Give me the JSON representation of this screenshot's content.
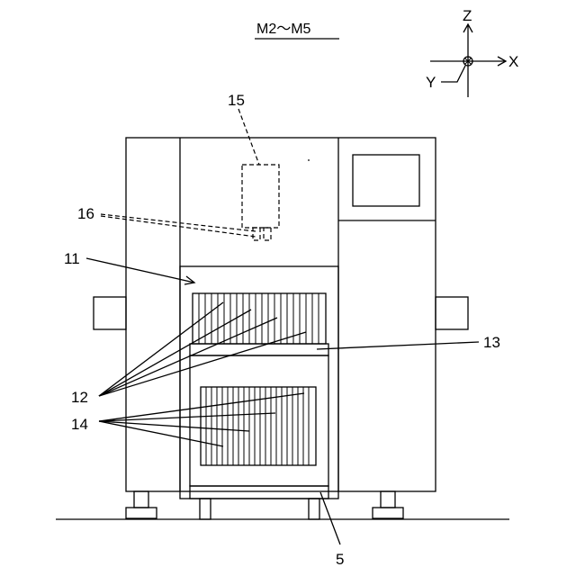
{
  "title": "M2〜M5",
  "axes": {
    "z": "Z",
    "x": "X",
    "y": "Y"
  },
  "labels": {
    "l15": "15",
    "l16": "16",
    "l11": "11",
    "l13": "13",
    "l12": "12",
    "l14": "14",
    "l5": "5"
  }
}
